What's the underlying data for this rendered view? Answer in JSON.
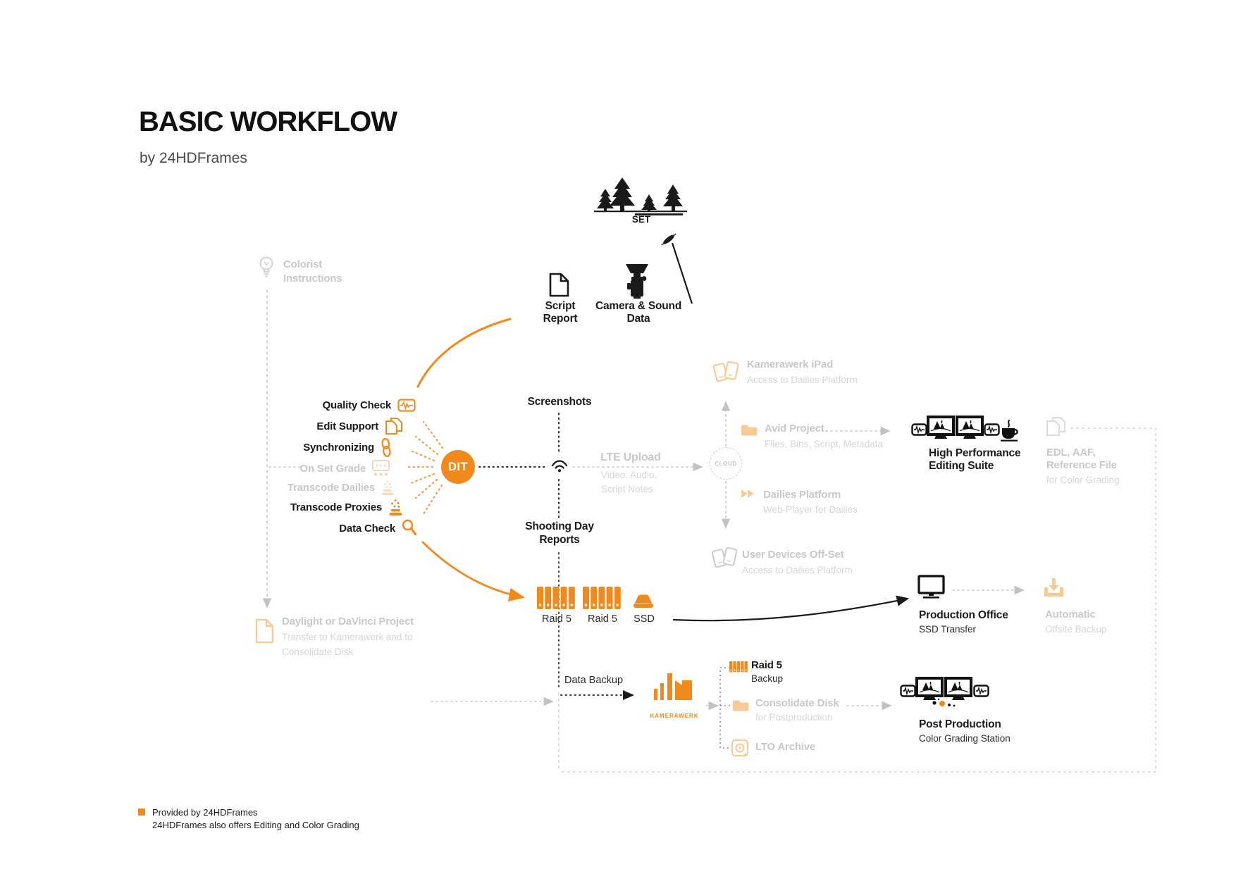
{
  "header": {
    "title": "BASIC WORKFLOW",
    "subtitle": "by 24HDFrames"
  },
  "set": {
    "label": "SET"
  },
  "sources": {
    "script": {
      "line1": "Script",
      "line2": "Report"
    },
    "camera": {
      "line1": "Camera & Sound",
      "line2": "Data"
    }
  },
  "colorist": {
    "line1": "Colorist",
    "line2": "Instructions"
  },
  "dit": {
    "label": "DIT",
    "tasks": [
      {
        "label": "Quality Check"
      },
      {
        "label": "Edit Support"
      },
      {
        "label": "Synchronizing"
      },
      {
        "label": "On Set Grade"
      },
      {
        "label": "Transcode Dailies"
      },
      {
        "label": "Transcode Proxies"
      },
      {
        "label": "Data Check"
      }
    ]
  },
  "uplink": {
    "screenshots": "Screenshots",
    "lte_title": "LTE Upload",
    "lte_sub1": "Video, Audio,",
    "lte_sub2": "Script Notes",
    "shooting_line1": "Shooting Day",
    "shooting_line2": "Reports"
  },
  "cloud": {
    "label": "CLOUD"
  },
  "services": {
    "ipad_title": "Kamerawerk iPad",
    "ipad_sub": "Access to Dailies Platform",
    "avid_title": "Avid Project",
    "avid_sub": "Files, Bins, Script, Metadata",
    "dailies_title": "Dailies Platform",
    "dailies_sub": "Web-Player for Dailies",
    "devices_title": "User Devices Off-Set",
    "devices_sub": "Access to Dailies Platform"
  },
  "editing_suite": {
    "line1": "High Performance",
    "line2": "Editing Suite"
  },
  "edl": {
    "line1": "EDL, AAF,",
    "line2": "Reference File",
    "sub": "for Color Grading"
  },
  "storage": {
    "raid1": "Raid 5",
    "raid2": "Raid 5",
    "ssd": "SSD"
  },
  "production_office": {
    "title": "Production Office",
    "sub": "SSD Transfer"
  },
  "offsite": {
    "title": "Automatic",
    "sub": "Offsite Backup"
  },
  "daylight": {
    "title": "Daylight or DaVinci Project",
    "sub1": "Transfer to Kamerawerk and to",
    "sub2": "Consolidate Disk"
  },
  "backup": {
    "data_backup": "Data Backup",
    "kamerawerk": "KAMERAWERK",
    "raid_title": "Raid 5",
    "raid_sub": "Backup",
    "consolidate_title": "Consolidate Disk",
    "consolidate_sub": "for Postproduction",
    "lto_title": "LTO Archive"
  },
  "post_production": {
    "title": "Post Production",
    "sub": "Color Grading Station"
  },
  "footer": {
    "line1": "Provided by 24HDFrames",
    "line2": "24HDFrames also offers Editing and Color Grading"
  },
  "colors": {
    "orange": "#F18A1D",
    "pale_orange": "#F6CB96",
    "gray_text": "#C9C9C9",
    "black": "#1A1A1A"
  }
}
